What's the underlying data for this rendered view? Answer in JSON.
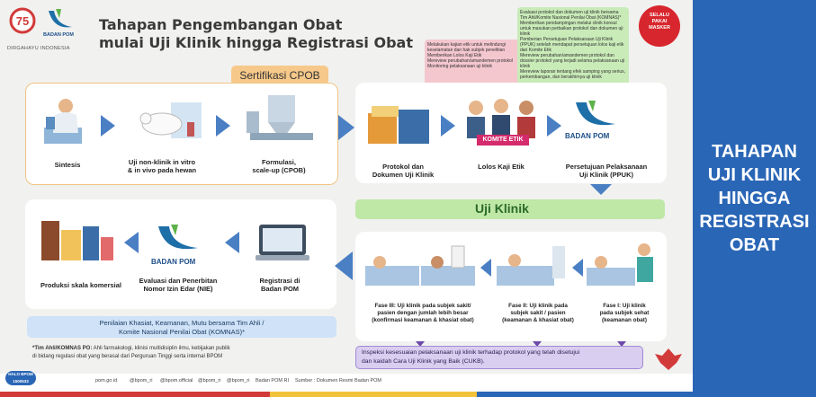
{
  "header": {
    "logo_caption": "DIRGAHAYU INDONESIA",
    "badan_pom_logo": "BADAN POM",
    "title_line1": "Tahapan Pengembangan Obat",
    "title_line2": "mulai Uji Klinik hingga Registrasi Obat",
    "mask_badge": "SELALU PAKAI MASKER"
  },
  "sertifikasi_label": "Sertifikasi CPOB",
  "uji_klinik_label": "Uji Klinik",
  "notes": {
    "pink": [
      "Melakukan kajian etik untuk melindungi keselamatan dan hak subjek penelitian",
      "Memberikan Lolos Kaji Etik",
      "Mereview perubahan/amandemen protokol",
      "Monitoring pelaksanaan uji klinik"
    ],
    "green": [
      "Evaluasi protokol dan dokumen uji klinik bersama Tim Ahli/Komite Nasional Penilai Obat (KOMNAS)*",
      "Memberikan pendampingan melalui clinik konsul untuk masukan perbaikan protokol dan dokumen uji klinik",
      "Pemberian Persetujuan Pelaksanaan Uji Klinik (PPUK) setelah mendapat persetujuan lolos kaji etik dari Komite Etik",
      "Mereview perubahan/amandemen protokol dan dossier protokol yang terjadi selama pelaksanaan uji klinik",
      "Mereview laporan tentang efek samping yang serius, perkembangan, dan berakhirnya uji klinik"
    ]
  },
  "row1": {
    "sintesis": "Sintesis",
    "nonklinik_l1": "Uji non-klinik in vitro",
    "nonklinik_l2": "& in vivo pada hewan",
    "formulasi_l1": "Formulasi,",
    "formulasi_l2": "scale-up (CPOB)",
    "protokol_l1": "Protokol dan",
    "protokol_l2": "Dokumen Uji Klinik",
    "komite_banner": "KOMITE ETIK",
    "lolos": "Lolos Kaji Etik",
    "ppuk_l1": "Persetujuan Pelaksanaan",
    "ppuk_l2": "Uji Klinik (PPUK)",
    "ppuk_logo": "BADAN POM"
  },
  "row2": {
    "produksi": "Produksi skala komersial",
    "evaluasi_l1": "Evaluasi dan Penerbitan",
    "evaluasi_l2": "Nomor Izin Edar (NIE)",
    "evaluasi_logo": "BADAN POM",
    "registrasi_l1": "Registrasi di",
    "registrasi_l2": "Badan POM",
    "fase3_l1": "Fase III: Uji klinik pada subjek sakit/",
    "fase3_l2": "pasien dengan jumlah lebih besar",
    "fase3_l3": "(konfirmasi keamanan & khasiat obat)",
    "fase2_l1": "Fase II: Uji klinik pada",
    "fase2_l2": "subjek sakit / pasien",
    "fase2_l3": "(keamanan & khasiat obat)",
    "fase1_l1": "Fase I: Uji klinik",
    "fase1_l2": "pada subjek sehat",
    "fase1_l3": "(keamanan obat)"
  },
  "bottom": {
    "penilaian_l1": "Penilaian Khasiat, Keamanan, Mutu bersama  Tim Ahli /",
    "penilaian_l2": "Komite Nasional Penilai Obat (KOMNAS)*",
    "timahli_bold": "*Tim Ahli/KOMNAS PO:",
    "timahli_l1": " Ahli farmakologi, klinisi multidisiplin ilmu, kebijakan publik",
    "timahli_l2": "di bidang regulasi obat yang berasal dari Perguruan Tinggi serta internal BPOM",
    "inspeksi_l1": "Inspeksi kesesuaian pelaksanaan uji klinik terhadap protokol yang telah disetujui",
    "inspeksi_l2": "dan kaidah Cara Uji Klinik yang Baik (CUKB)."
  },
  "footer": {
    "hotline": "HALO BPOM 1500533",
    "pom_site": "pom.go.id",
    "social1": "@bpom_ri",
    "social2": "@bpom.official",
    "social3": "@bpom_ri",
    "social4": "@bpom_ri",
    "social5": "Badan POM RI",
    "sumber": "Sumber : Dokumen Resmi Badan POM"
  },
  "sidebar": {
    "title": "TAHAPAN\nUJI KLINIK\nHINGGA\nREGISTRASI\nOBAT"
  },
  "colors": {
    "side_blue": "#2a66b6",
    "arrow_blue": "#4a7fc4",
    "cpob_orange": "#f6c88a",
    "green_bar": "#bfe7a6",
    "pink_note": "#f4c7cf",
    "green_note": "#c9ebb8",
    "purple_box": "#d9cdf0",
    "light_blue_box": "#cfe2f7"
  }
}
